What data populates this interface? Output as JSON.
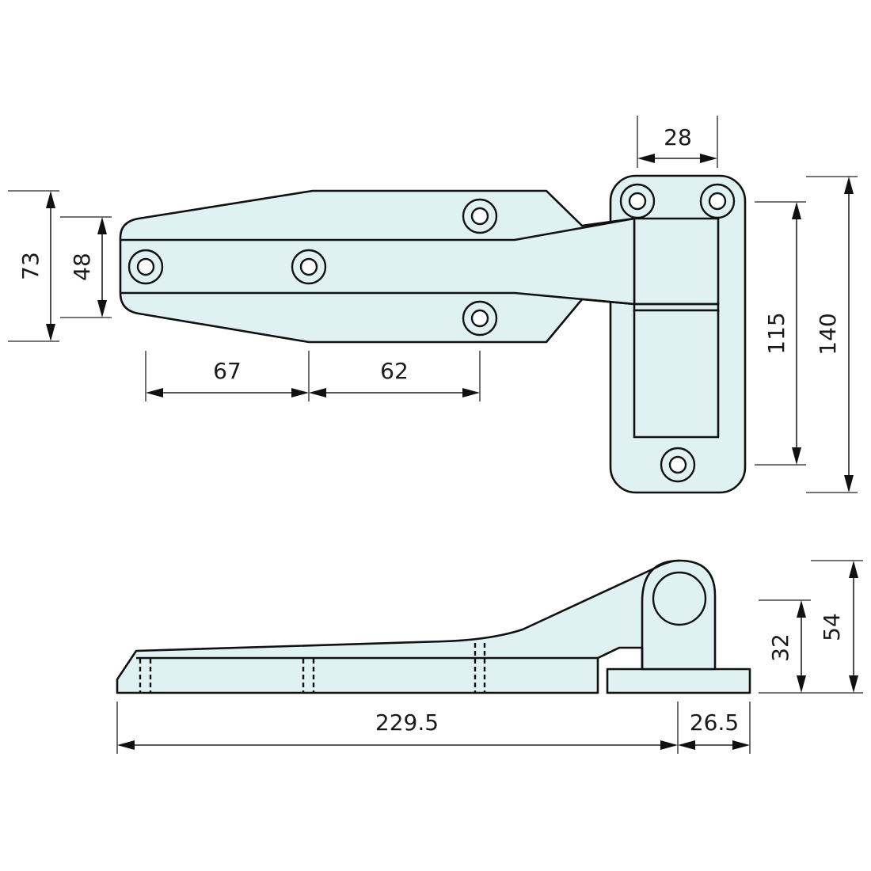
{
  "drawing": {
    "title": "Hinge dimension drawing",
    "fill_color": "#dff1f1",
    "line_color": "#111111",
    "top_view": {
      "dimensions": {
        "overall_leaf_height": "73",
        "center_band_height": "48",
        "hole_spacing_1": "67",
        "hole_spacing_2": "62",
        "plate_hole_width": "28",
        "plate_hole_height": "115",
        "plate_overall_height": "140"
      }
    },
    "side_view": {
      "dimensions": {
        "leaf_length": "229.5",
        "base_width": "26.5",
        "pivot_height": "32",
        "overall_height": "54"
      }
    }
  }
}
